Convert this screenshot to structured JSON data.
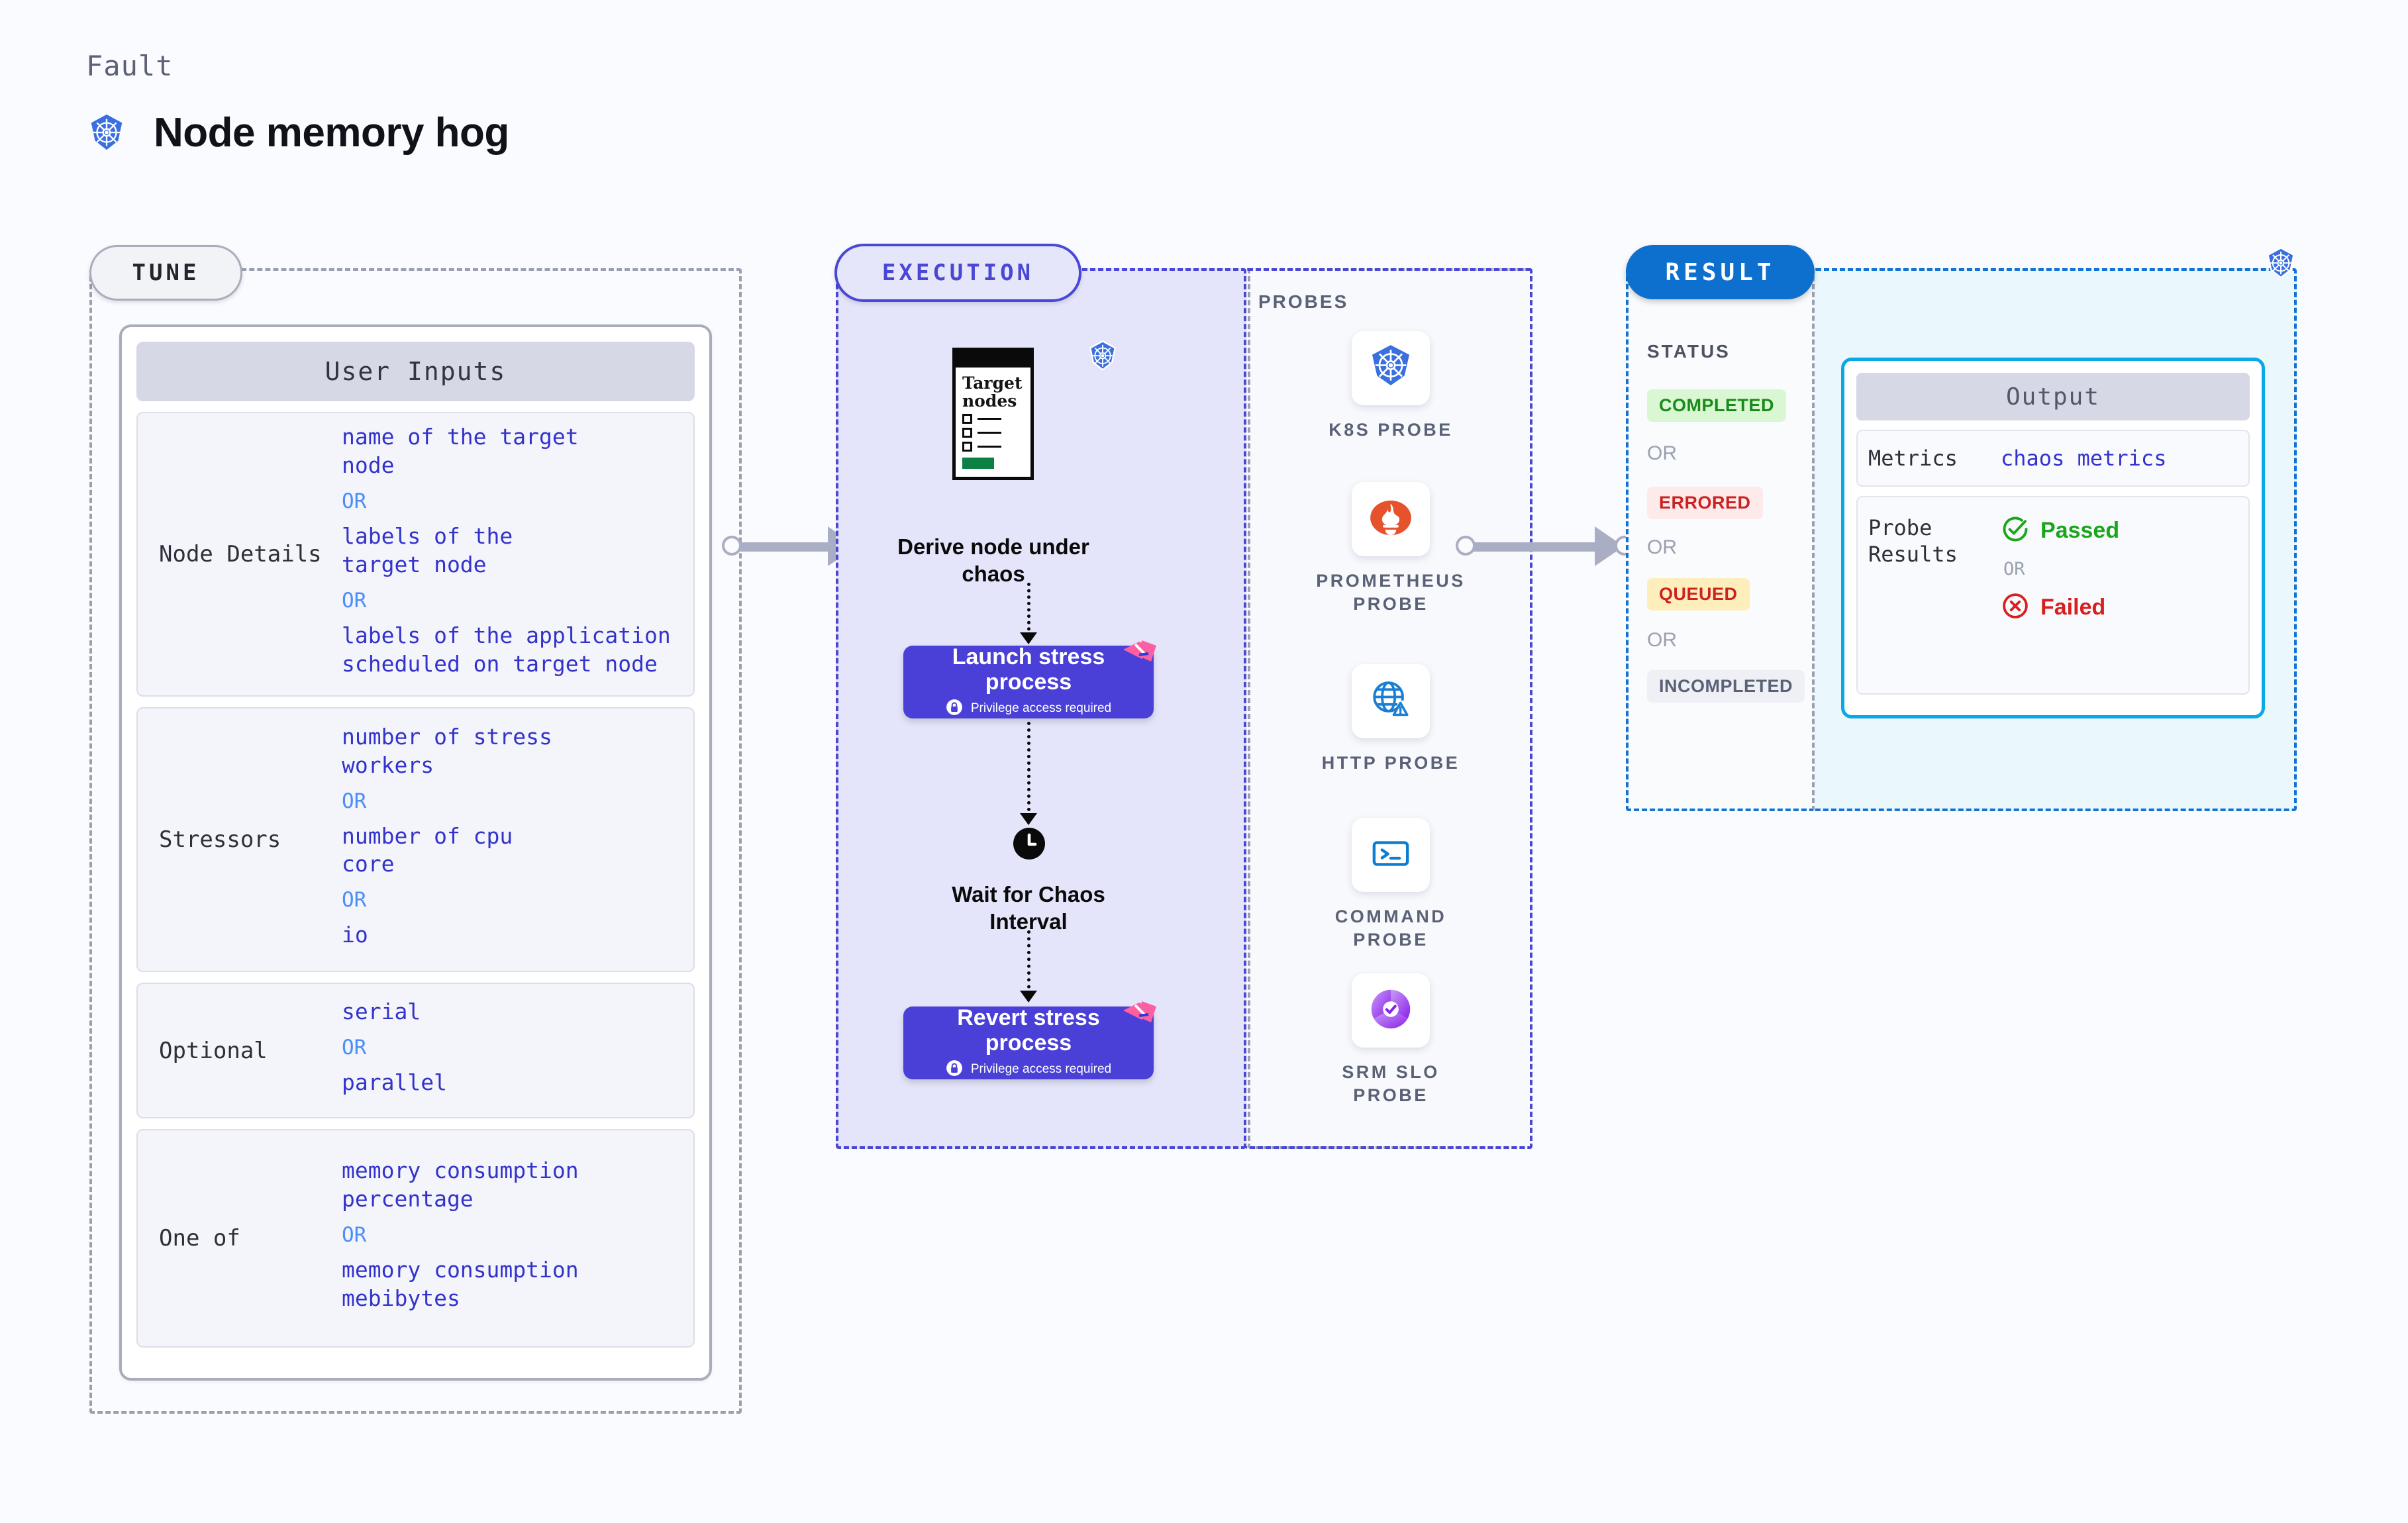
{
  "header": {
    "kicker": "Fault",
    "title": "Node memory hog",
    "icon": "kubernetes-icon"
  },
  "tune": {
    "pill_label": "TUNE",
    "card_title": "User Inputs",
    "groups": [
      {
        "label": "Node Details",
        "values": [
          "name of the target\nnode",
          "labels of the\ntarget node",
          "labels of the application\n scheduled on target node"
        ],
        "separator": "OR"
      },
      {
        "label": "Stressors",
        "values": [
          "number of stress\nworkers",
          "number of cpu\ncore",
          "io"
        ],
        "separator": "OR"
      },
      {
        "label": "Optional",
        "values": [
          "serial",
          "parallel"
        ],
        "separator": "OR"
      },
      {
        "label": "One of",
        "values": [
          "memory consumption\npercentage",
          "memory consumption\nmebibytes"
        ],
        "separator": "OR"
      }
    ]
  },
  "execution": {
    "pill_label": "EXECUTION",
    "target_card": {
      "title": "Target\nnodes",
      "icon": "kubernetes-icon"
    },
    "steps": [
      {
        "label": "Derive node under\nchaos"
      },
      {
        "label": "Launch stress\nprocess",
        "sub": "Privilege access required",
        "sub_icon": "lock-icon",
        "badge": "litmus-chaos-icon"
      },
      {
        "label": "Wait for Chaos\nInterval",
        "icon": "clock-icon"
      },
      {
        "label": "Revert stress\nprocess",
        "sub": "Privilege access required",
        "sub_icon": "lock-icon",
        "badge": "litmus-chaos-icon"
      }
    ]
  },
  "probes": {
    "title": "PROBES",
    "items": [
      {
        "name": "K8S  PROBE",
        "icon": "kubernetes-icon"
      },
      {
        "name": "PROMETHEUS\nPROBE",
        "icon": "prometheus-icon"
      },
      {
        "name": "HTTP  PROBE",
        "icon": "globe-warning-icon"
      },
      {
        "name": "COMMAND\nPROBE",
        "icon": "terminal-icon"
      },
      {
        "name": "SRM  SLO\nPROBE",
        "icon": "slo-gauge-icon"
      }
    ]
  },
  "result": {
    "pill_label": "RESULT",
    "status_title": "STATUS",
    "badge_icon": "kubernetes-icon",
    "statuses": [
      {
        "label": "COMPLETED",
        "bg": "#d9f7d2",
        "fg": "#1a8a1a"
      },
      {
        "label": "ERRORED",
        "bg": "#fdeaea",
        "fg": "#cc2222"
      },
      {
        "label": "QUEUED",
        "bg": "#fdeebb",
        "fg": "#cc2222"
      },
      {
        "label": "INCOMPLETED",
        "bg": "#eff0f6",
        "fg": "#5b6176"
      }
    ],
    "status_separator": "OR",
    "output": {
      "title": "Output",
      "metrics_label": "Metrics",
      "metrics_value": "chaos metrics",
      "probe_results_label": "Probe\nResults",
      "passed_label": "Passed",
      "failed_label": "Failed",
      "separator": "OR",
      "passed_color": "#1aa51a",
      "failed_color": "#d81f1f",
      "passed_icon": "check-circle-icon",
      "failed_icon": "x-circle-icon"
    }
  },
  "colors": {
    "accent_purple": "#4a3fd6",
    "accent_blue": "#0d6fce",
    "accent_cyan": "#0aa8e6",
    "k8s_blue": "#3a6fe0",
    "pink": "#ff5ea0"
  }
}
